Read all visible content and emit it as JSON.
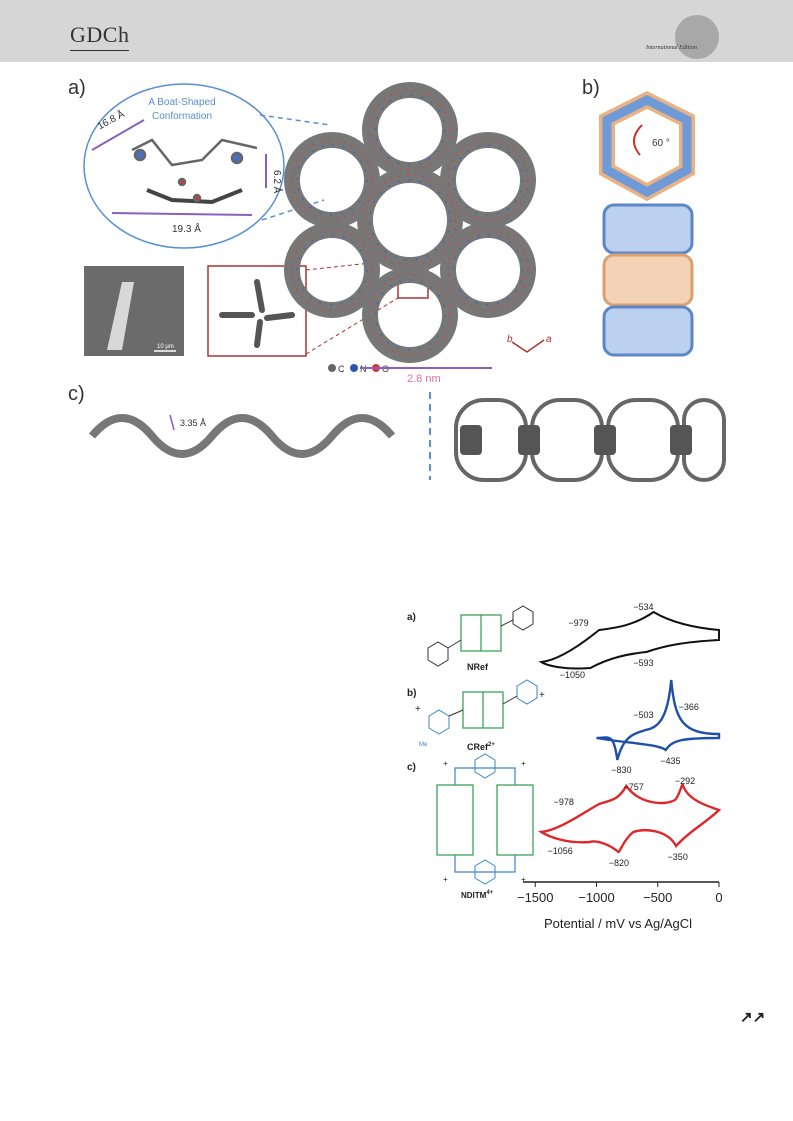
{
  "header": {
    "logo": "GDCh",
    "edition": "International Edition"
  },
  "figure1": {
    "panel_a": "a)",
    "panel_b": "b)",
    "panel_c": "c)",
    "callout_title": [
      "A Boat-Shaped",
      "Conformation"
    ],
    "dim_168": "16.8 Å",
    "dim_62": "6.2 Å",
    "dim_193": "19.3 Å",
    "scale_bar": "10 μm",
    "pore_size": "2.8 nm",
    "angle": "60 °",
    "axis_a": "a",
    "axis_b": "b",
    "legend": {
      "c": "C",
      "n": "N",
      "o": "O"
    },
    "stacking": "3.35 Å"
  },
  "figure2": {
    "panel_a": "a)",
    "panel_b": "b)",
    "panel_c": "c)",
    "compound_a": "NRef",
    "compound_b": "CRef",
    "compound_b_charge": "2+",
    "compound_c": "NDITM",
    "compound_c_charge": "4+",
    "me": "Me",
    "x_axis_label": "Potential / mV vs  Ag/AgCl",
    "x_ticks": [
      "−1500",
      "−1000",
      "−500",
      "0"
    ],
    "cv_a_labels": [
      "−534",
      "−979",
      "−593",
      "−1050"
    ],
    "cv_b_labels": [
      "−366",
      "−503",
      "−435",
      "−830"
    ],
    "cv_c_labels": [
      "−292",
      "−757",
      "−978",
      "−1056",
      "−820",
      "−350"
    ]
  },
  "chart_data": {
    "type": "line",
    "xlabel": "Potential / mV vs  Ag/AgCl",
    "xlim": [
      -1600,
      0
    ],
    "x_ticks": [
      -1500,
      -1000,
      -500,
      0
    ],
    "series": [
      {
        "name": "NRef",
        "color": "#111111",
        "peaks_mV": [
          -534,
          -979,
          -593,
          -1050
        ]
      },
      {
        "name": "CRef2+",
        "color": "#1f4fa8",
        "peaks_mV": [
          -366,
          -503,
          -435,
          -830
        ]
      },
      {
        "name": "NDITM4+",
        "color": "#e0262a",
        "peaks_mV": [
          -292,
          -757,
          -978,
          -1056,
          -820,
          -350
        ]
      }
    ]
  },
  "footer": {
    "arrows": "↗↗"
  }
}
